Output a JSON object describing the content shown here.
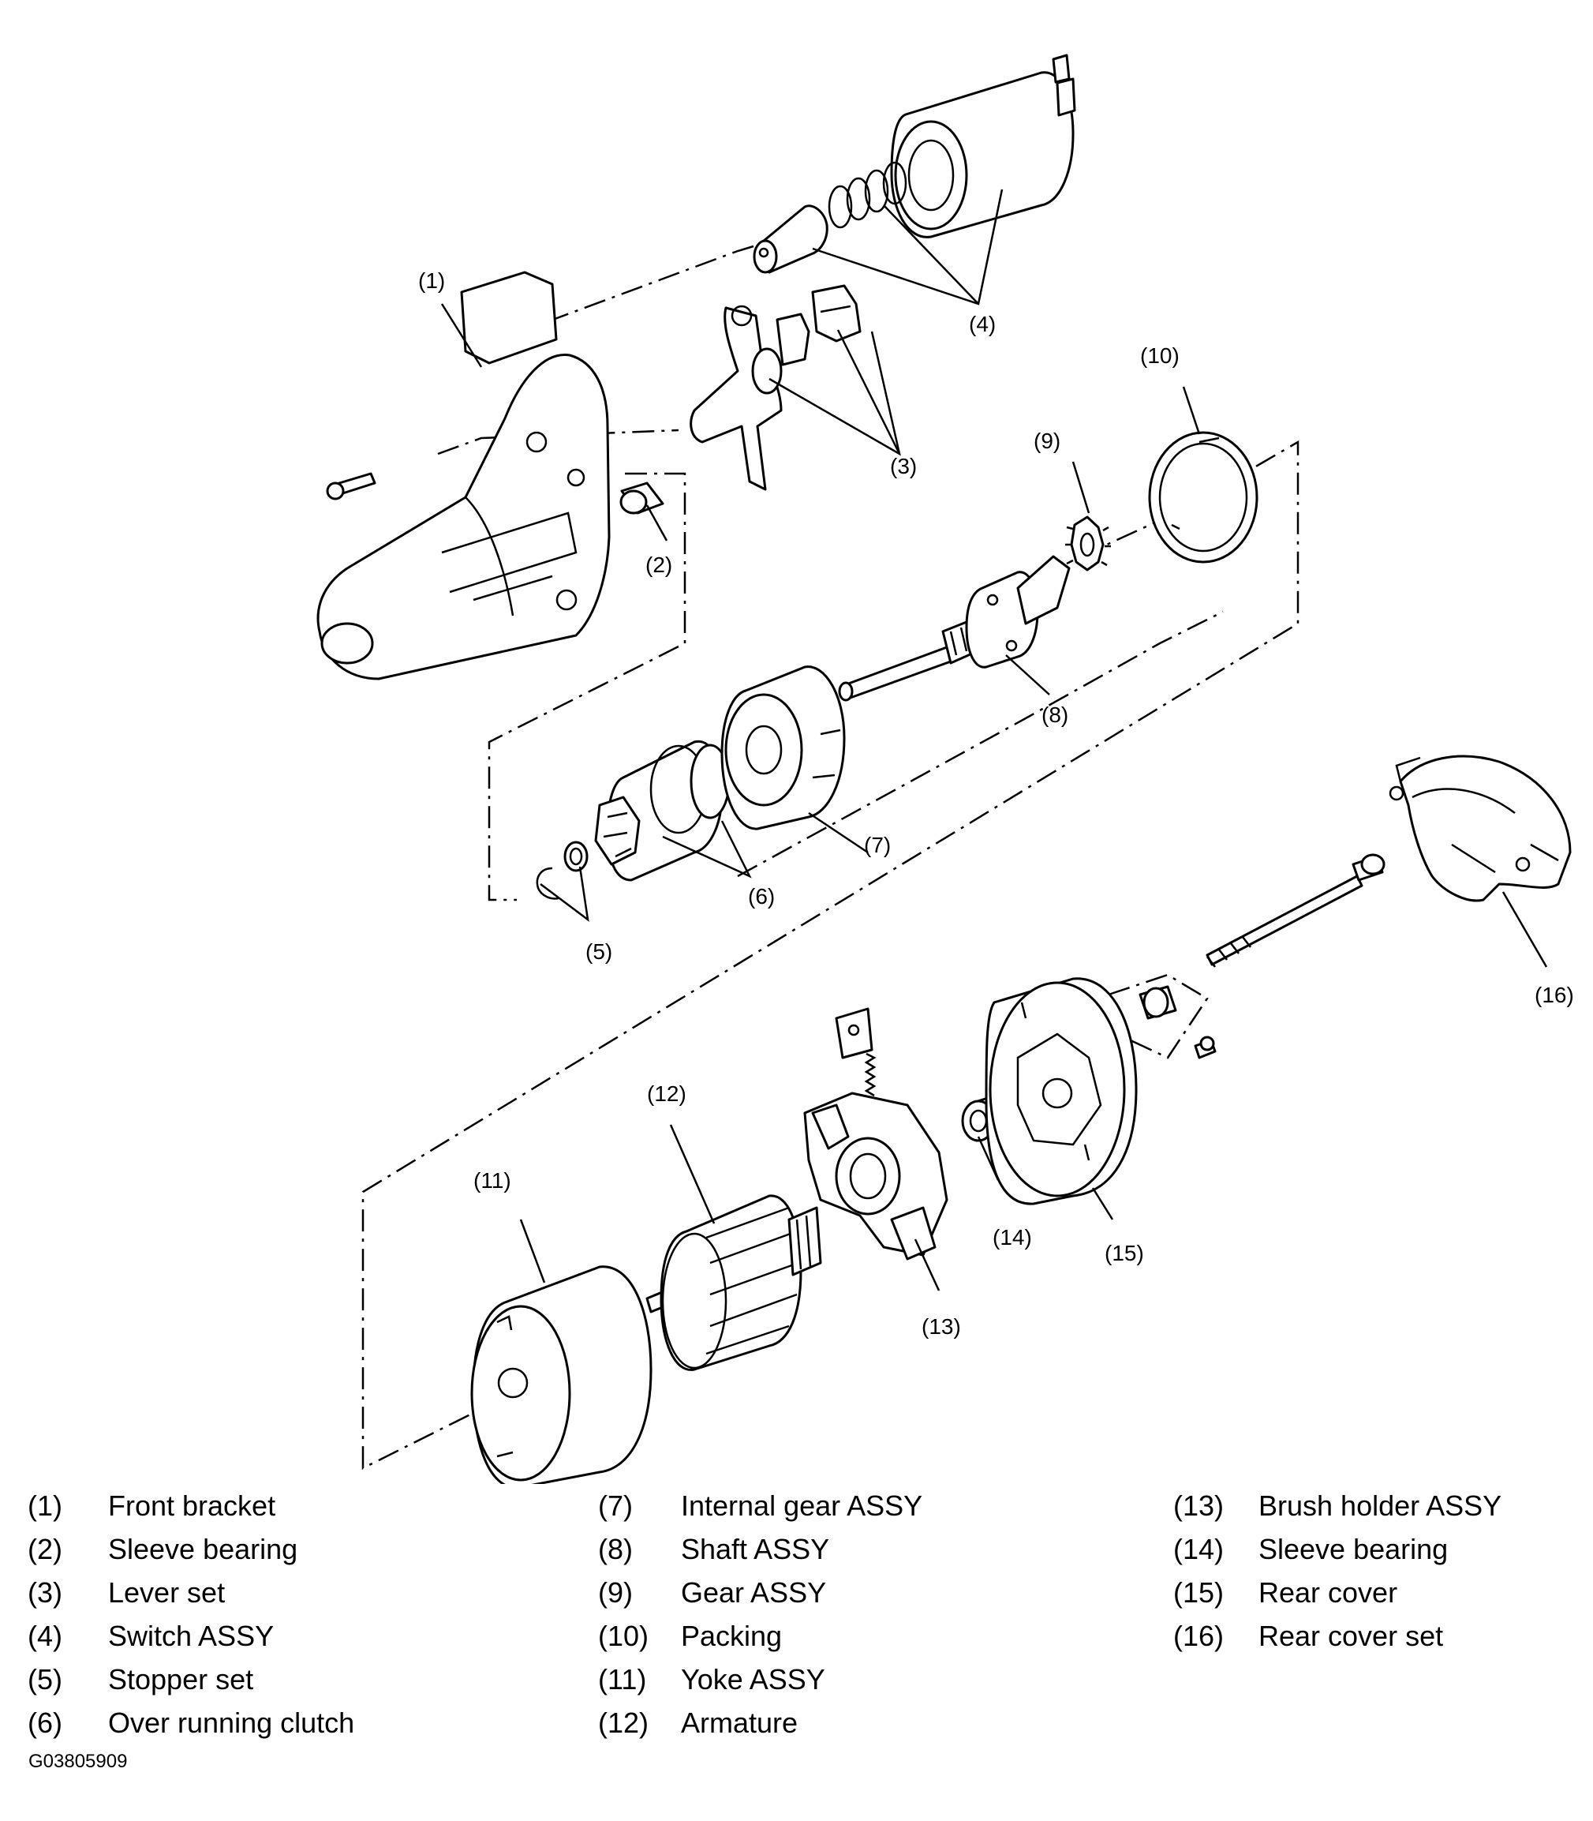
{
  "figure_code": "G03805909",
  "callouts": [
    "(1)",
    "(2)",
    "(3)",
    "(4)",
    "(5)",
    "(6)",
    "(7)",
    "(8)",
    "(9)",
    "(10)",
    "(11)",
    "(12)",
    "(13)",
    "(14)",
    "(15)",
    "(16)"
  ],
  "legend": {
    "columns": [
      [
        {
          "num": "(1)",
          "text": "Front bracket"
        },
        {
          "num": "(2)",
          "text": "Sleeve bearing"
        },
        {
          "num": "(3)",
          "text": "Lever set"
        },
        {
          "num": "(4)",
          "text": "Switch ASSY"
        },
        {
          "num": "(5)",
          "text": "Stopper set"
        },
        {
          "num": "(6)",
          "text": "Over running clutch"
        }
      ],
      [
        {
          "num": "(7)",
          "text": "Internal gear ASSY"
        },
        {
          "num": "(8)",
          "text": "Shaft ASSY"
        },
        {
          "num": "(9)",
          "text": "Gear ASSY"
        },
        {
          "num": "(10)",
          "text": "Packing"
        },
        {
          "num": "(11)",
          "text": "Yoke ASSY"
        },
        {
          "num": "(12)",
          "text": "Armature"
        }
      ],
      [
        {
          "num": "(13)",
          "text": "Brush holder ASSY"
        },
        {
          "num": "(14)",
          "text": "Sleeve bearing"
        },
        {
          "num": "(15)",
          "text": "Rear cover"
        },
        {
          "num": "(16)",
          "text": "Rear cover set"
        }
      ]
    ]
  }
}
